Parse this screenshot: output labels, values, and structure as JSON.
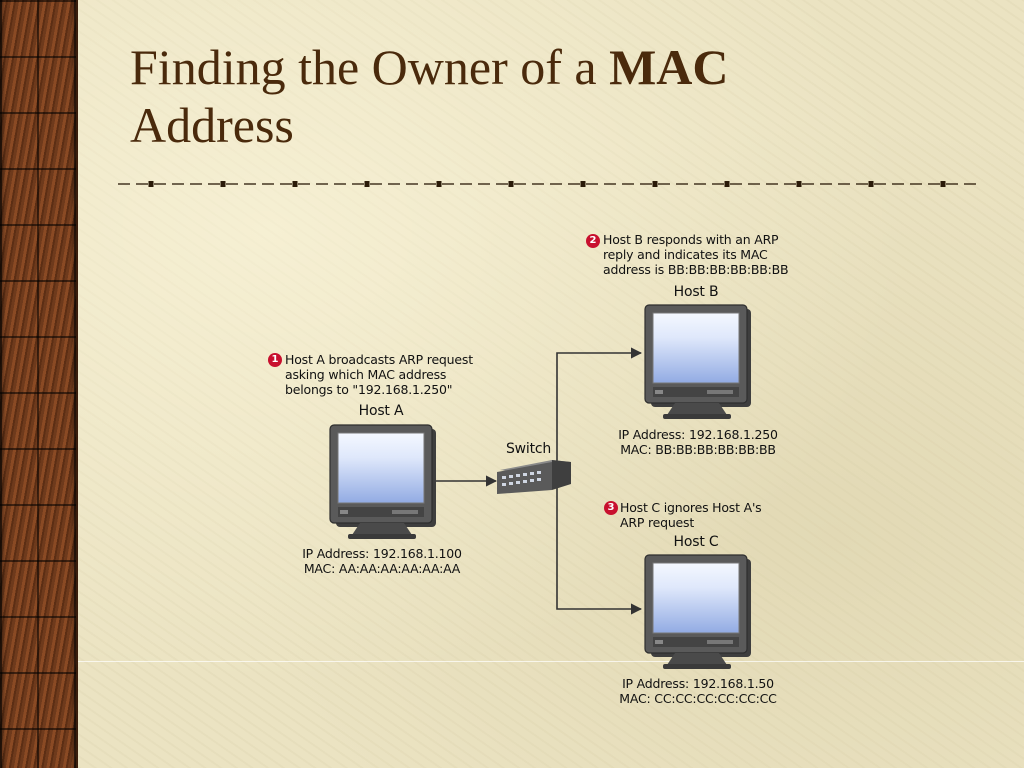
{
  "slide": {
    "title_part1": "Finding the Owner of a",
    "title_bold": "MAC",
    "title_line2": "Address"
  },
  "diagram": {
    "switch_label": "Switch",
    "host_a": {
      "name": "Host A",
      "ip": "IP Address: 192.168.1.100",
      "mac": "MAC: AA:AA:AA:AA:AA:AA"
    },
    "host_b": {
      "name": "Host B",
      "ip": "IP Address: 192.168.1.250",
      "mac": "MAC: BB:BB:BB:BB:BB:BB"
    },
    "host_c": {
      "name": "Host C",
      "ip": "IP Address: 192.168.1.50",
      "mac": "MAC: CC:CC:CC:CC:CC:CC"
    },
    "steps": [
      {
        "number": "1",
        "text": "Host A broadcasts ARP request\nasking which MAC address\nbelongs to \"192.168.1.250\""
      },
      {
        "number": "2",
        "text": "Host B responds with an ARP\nreply and indicates its MAC\naddress is BB:BB:BB:BB:BB:BB"
      },
      {
        "number": "3",
        "text": "Host C ignores Host A's\nARP request"
      }
    ],
    "colors": {
      "badge": "#c8102e",
      "screen_top": "#eef4ff",
      "screen_bottom": "#9fb6e8",
      "monitor": "#555555"
    }
  }
}
